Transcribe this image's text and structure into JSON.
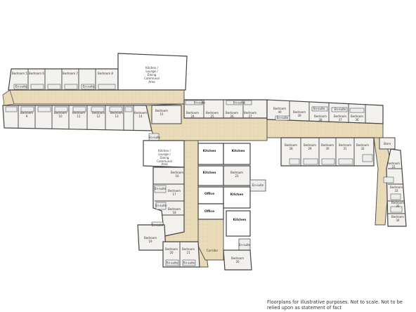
{
  "disclaimer": "Floorplans for illustrative purposes. Not to scale. Not to be relied upon as statement of fact",
  "colors": {
    "corridor": "#e8d9b5",
    "room_floor": "#f3f1ee",
    "wall": "#6b6b6b",
    "wall_top": "#3c3c3c",
    "white_room": "#ffffff"
  },
  "labels": {
    "kitchen_lounge_1": [
      "Kitchen /",
      "Lounge /",
      "Dining",
      "Communal",
      "Area"
    ],
    "kitchen_lounge_2": [
      "Kitchen /",
      "Lounge /",
      "Dining",
      "Communal",
      "Area"
    ],
    "kitchen": "Kitchen",
    "office": "Office",
    "ensuite": "En-suite",
    "bedroom": "Bedroom",
    "store": "Store",
    "bedroom_15": [
      "Bedroom",
      "15"
    ],
    "bedroom_16": [
      "Bedroom",
      "16"
    ],
    "bedroom_17": [
      "Bedroom",
      "17"
    ],
    "bedroom_18": [
      "Bedroom",
      "18"
    ],
    "bedroom_19": [
      "Bedroom",
      "19"
    ],
    "bedroom_20": [
      "Bedroom",
      "20"
    ],
    "bedroom_21": [
      "Bedroom",
      "21"
    ],
    "bedroom_22": [
      "Bedroom",
      "22"
    ],
    "bedroom_23": [
      "Bedroom",
      "23"
    ],
    "bedroom_24": [
      "Bedroom",
      "24"
    ],
    "bedroom_25": [
      "Bedroom",
      "25"
    ],
    "bedroom_26": [
      "Bedroom",
      "26"
    ],
    "bedroom_27": [
      "Bedroom",
      "27"
    ],
    "bedroom_28": [
      "Bedroom",
      "28"
    ],
    "bedroom_29": [
      "Bedroom",
      "29"
    ],
    "bedroom_30": [
      "Bedroom",
      "30"
    ],
    "bedroom_31": [
      "Bedroom",
      "31"
    ],
    "bedroom_32": [
      "Bedroom",
      "32"
    ],
    "bedroom_33": [
      "Bedroom",
      "33"
    ],
    "bedroom_34": [
      "Bedroom",
      "34"
    ],
    "bedroom_35": [
      "Bedroom",
      "35"
    ],
    "bedroom_36": [
      "Bedroom",
      "36"
    ],
    "bedroom_37": [
      "Bedroom",
      "37"
    ],
    "bedroom_38": [
      "Bedroom",
      "38"
    ],
    "bedroom_39": [
      "Bedroom",
      "39"
    ],
    "bedroom_40": [
      "Bedroom",
      "40"
    ],
    "bedroom_5": "Bedroom 5",
    "bedroom_6": "Bedroom 6",
    "bedroom_7": "Bedroom 7",
    "bedroom_8": "Bedroom 8",
    "bedroom_9": [
      "Bedroom",
      "9"
    ],
    "bedroom_10": [
      "Bedroom",
      "10"
    ],
    "bedroom_11": [
      "Bedroom",
      "11"
    ],
    "bedroom_12": [
      "Bedroom",
      "12"
    ],
    "bedroom_13": [
      "Bedroom",
      "13"
    ],
    "bedroom_14": [
      "Bedroom",
      "14"
    ],
    "corridor": "Corridor"
  }
}
